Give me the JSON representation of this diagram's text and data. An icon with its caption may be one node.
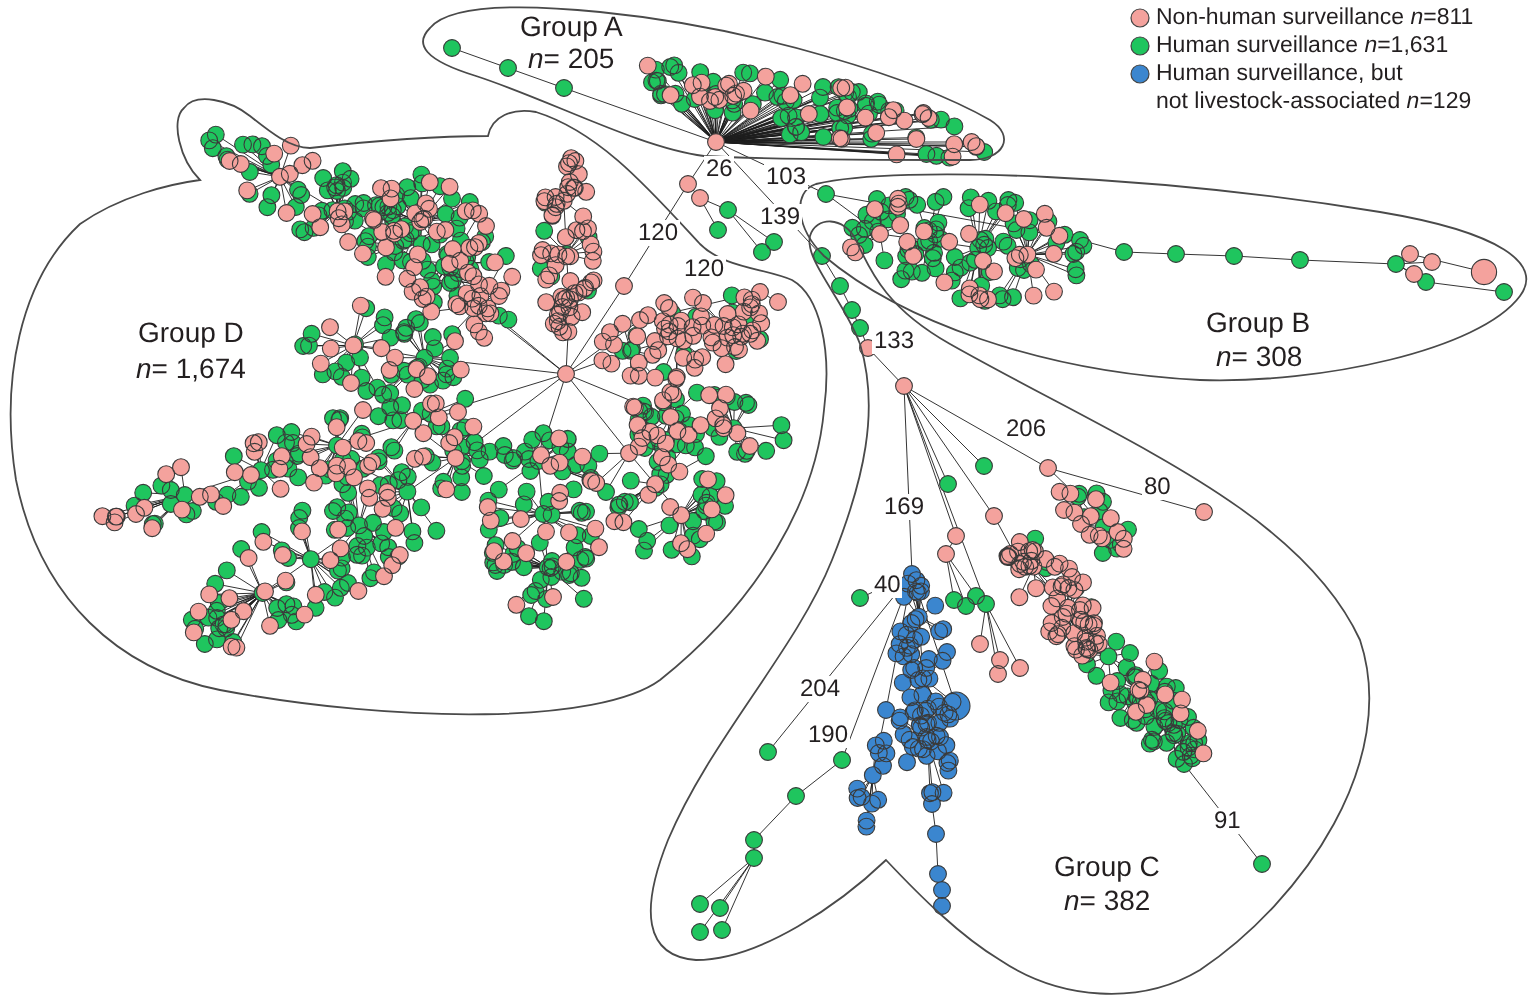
{
  "diagram": {
    "nodes": [
      {
        "text": [
          "Group A",
          "*n*= 205"
        ]
      },
      {
        "text": [
          "Group D",
          "*n*= 1,674"
        ]
      },
      {
        "text": [
          "Group B",
          "*n*= 308"
        ]
      },
      {
        "text": [
          "Group C",
          "*n*= 382"
        ]
      }
    ],
    "labels": [
      "26",
      "103",
      "139",
      "120",
      "120",
      "133",
      "206",
      "80",
      "169",
      "40",
      "204",
      "190",
      "91"
    ],
    "legend": [
      {
        "text": "Non-human surveillance *n*=811",
        "color": "#f4a29d"
      },
      {
        "text": "Human surveillance *n*=1,631",
        "color": "#1fc55e"
      },
      {
        "text": "Human surveillance, but not livestock-associated *n*=129",
        "color": "#3b86cf"
      }
    ]
  }
}
